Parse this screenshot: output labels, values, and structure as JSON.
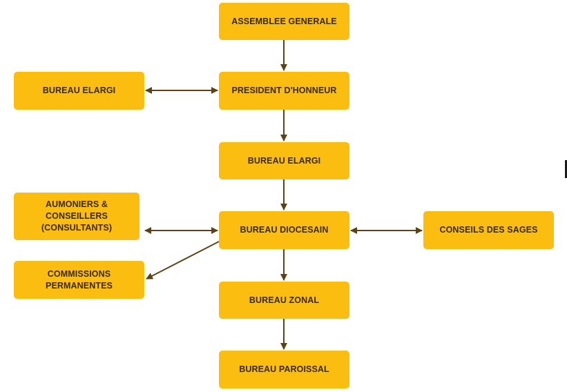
{
  "colors": {
    "node_fill": "#fbbd0f",
    "node_text": "#3a2a0a",
    "edge": "#5b4316",
    "background": "#ffffff"
  },
  "nodes": {
    "assemblee_generale": "ASSEMBLEE GENERALE",
    "president_honneur": "PRESIDENT D'HONNEUR",
    "bureau_elargi_left": "BUREAU ELARGI",
    "bureau_elargi_center": "BUREAU ELARGI",
    "aumoniers_conseillers": "AUMONIERS &\nCONSEILLERS\n(CONSULTANTS)",
    "bureau_diocesain": "BUREAU DIOCESAIN",
    "conseils_des_sages": "CONSEILS DES SAGES",
    "commissions_permanentes": "COMMISSIONS\nPERMANENTES",
    "bureau_zonal": "BUREAU ZONAL",
    "bureau_paroissal": "BUREAU PAROISSAL"
  },
  "edges": [
    {
      "from": "assemblee_generale",
      "to": "president_honneur",
      "direction": "forward"
    },
    {
      "from": "bureau_elargi_left",
      "to": "president_honneur",
      "direction": "both"
    },
    {
      "from": "president_honneur",
      "to": "bureau_elargi_center",
      "direction": "forward"
    },
    {
      "from": "bureau_elargi_center",
      "to": "bureau_diocesain",
      "direction": "forward"
    },
    {
      "from": "aumoniers_conseillers",
      "to": "bureau_diocesain",
      "direction": "both"
    },
    {
      "from": "bureau_diocesain",
      "to": "conseils_des_sages",
      "direction": "both"
    },
    {
      "from": "bureau_diocesain",
      "to": "commissions_permanentes",
      "direction": "forward"
    },
    {
      "from": "bureau_diocesain",
      "to": "bureau_zonal",
      "direction": "forward"
    },
    {
      "from": "bureau_zonal",
      "to": "bureau_paroissal",
      "direction": "forward"
    }
  ]
}
